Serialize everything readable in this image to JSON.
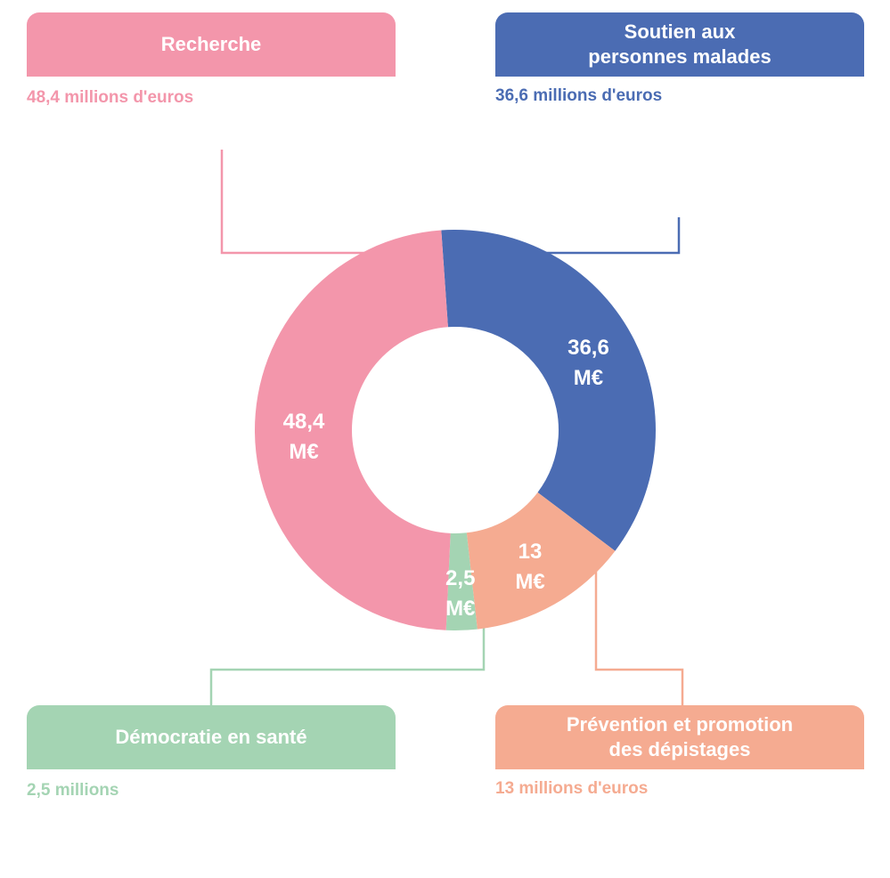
{
  "chart_data": {
    "type": "pie",
    "categories": [
      "Soutien aux\npersonnes malades",
      "Prévention et promotion\ndes dépistages",
      "Démocratie en santé",
      "Recherche"
    ],
    "values": [
      36.6,
      13,
      2.5,
      48.4
    ],
    "unit": "millions d'euros",
    "colors": [
      "#4b6cb3",
      "#f5ab91",
      "#a4d4b3",
      "#f396ab"
    ],
    "slice_labels": [
      [
        "36,6",
        "M€"
      ],
      [
        "13",
        "M€"
      ],
      [
        "2,5",
        "M€"
      ],
      [
        "48,4",
        "M€"
      ]
    ]
  },
  "cards": {
    "recherche": {
      "title": "Recherche",
      "amount": "48,4 millions d'euros",
      "color": "#f396ab"
    },
    "soutien": {
      "title": "Soutien aux\npersonnes malades",
      "amount": "36,6 millions d'euros",
      "color": "#4b6cb3"
    },
    "democratie": {
      "title": "Démocratie en santé",
      "amount": "2,5 millions",
      "color": "#a4d4b3"
    },
    "prevention": {
      "title": "Prévention et promotion\ndes dépistages",
      "amount": "13 millions d'euros",
      "color": "#f5ab91"
    }
  }
}
